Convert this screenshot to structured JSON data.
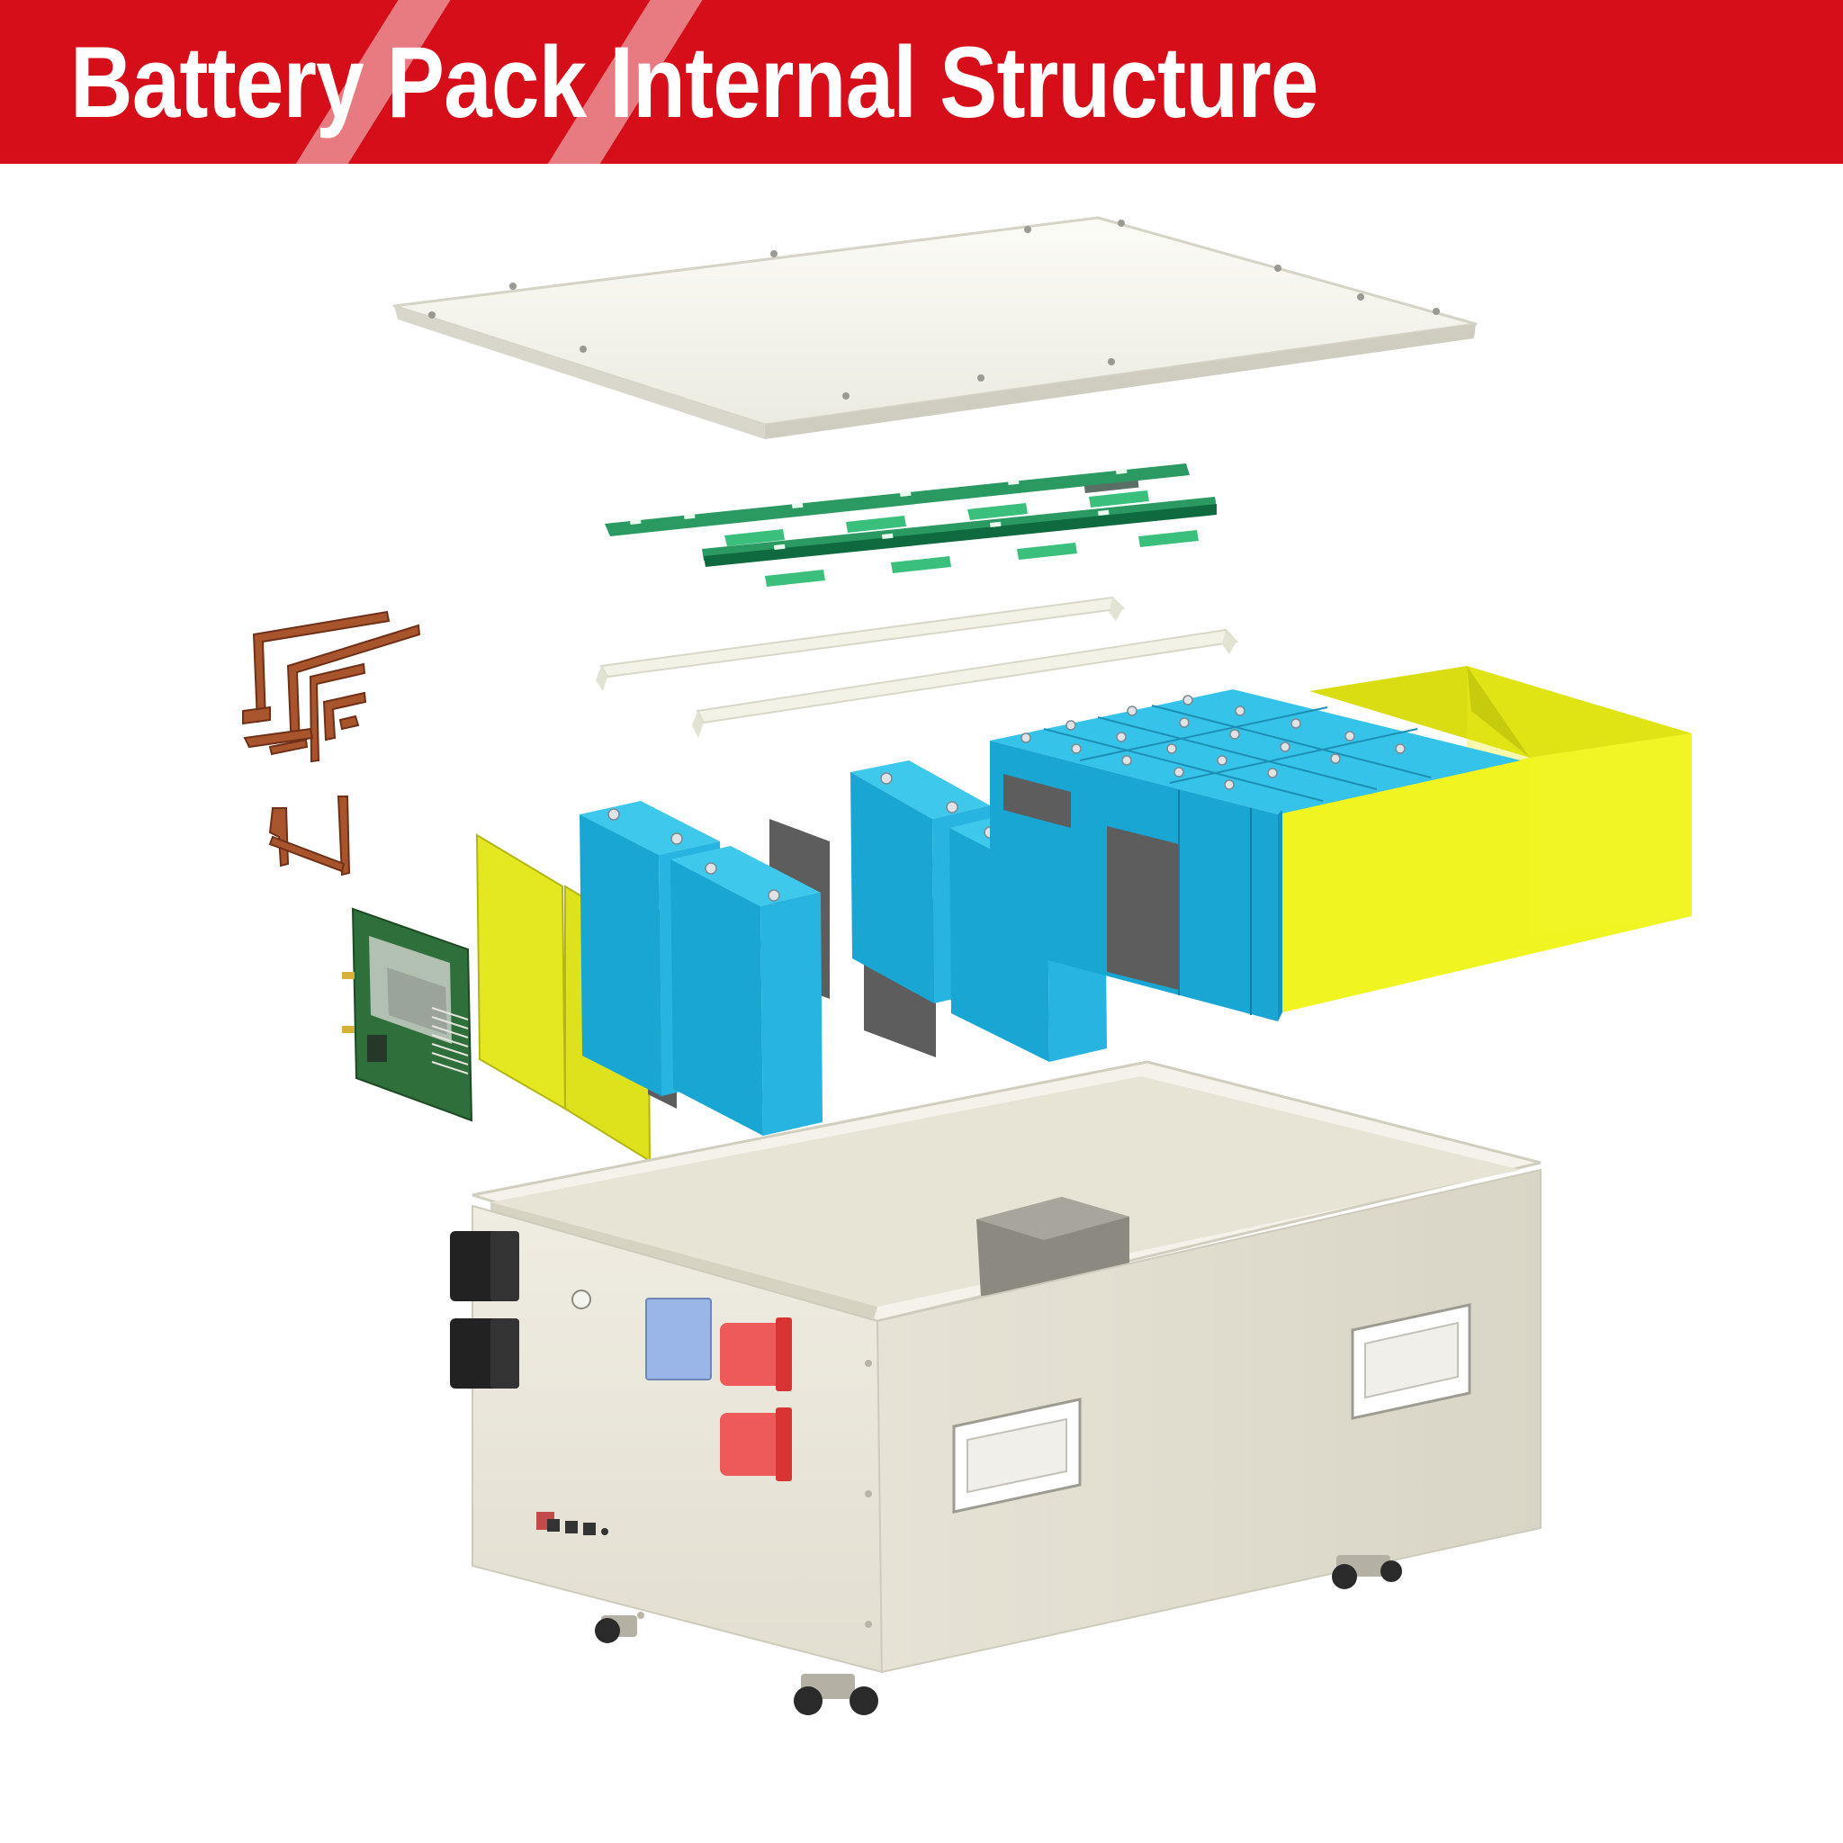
{
  "banner": {
    "title": "Battery Pack Internal Structure",
    "background_color": "#d60e1a",
    "text_color": "#ffffff"
  },
  "diagram": {
    "type": "exploded-view illustration",
    "colors": {
      "cell_blue": "#1fb1dc",
      "insulation_yellow": "#eef21e",
      "circuit_green": "#2a9a62",
      "copper": "#a8552d",
      "enclosure": "#e9e5d8",
      "terminal_red": "#ee5a5a"
    },
    "components": [
      {
        "id": "lid",
        "icon": "top-cover-plate"
      },
      {
        "id": "busbar-pcbs",
        "icon": "green-pcb-strips"
      },
      {
        "id": "cell-brackets",
        "icon": "white-bracket-rails"
      },
      {
        "id": "copper-busbars",
        "icon": "copper-connectors"
      },
      {
        "id": "bms-board",
        "icon": "circuit-board"
      },
      {
        "id": "insulation-sheets",
        "icon": "yellow-panels"
      },
      {
        "id": "battery-cells",
        "icon": "blue-prismatic-cells"
      },
      {
        "id": "cell-module",
        "icon": "cell-module-in-yellow-frame"
      },
      {
        "id": "enclosure",
        "icon": "metal-case-with-handles-and-wheels"
      }
    ]
  }
}
